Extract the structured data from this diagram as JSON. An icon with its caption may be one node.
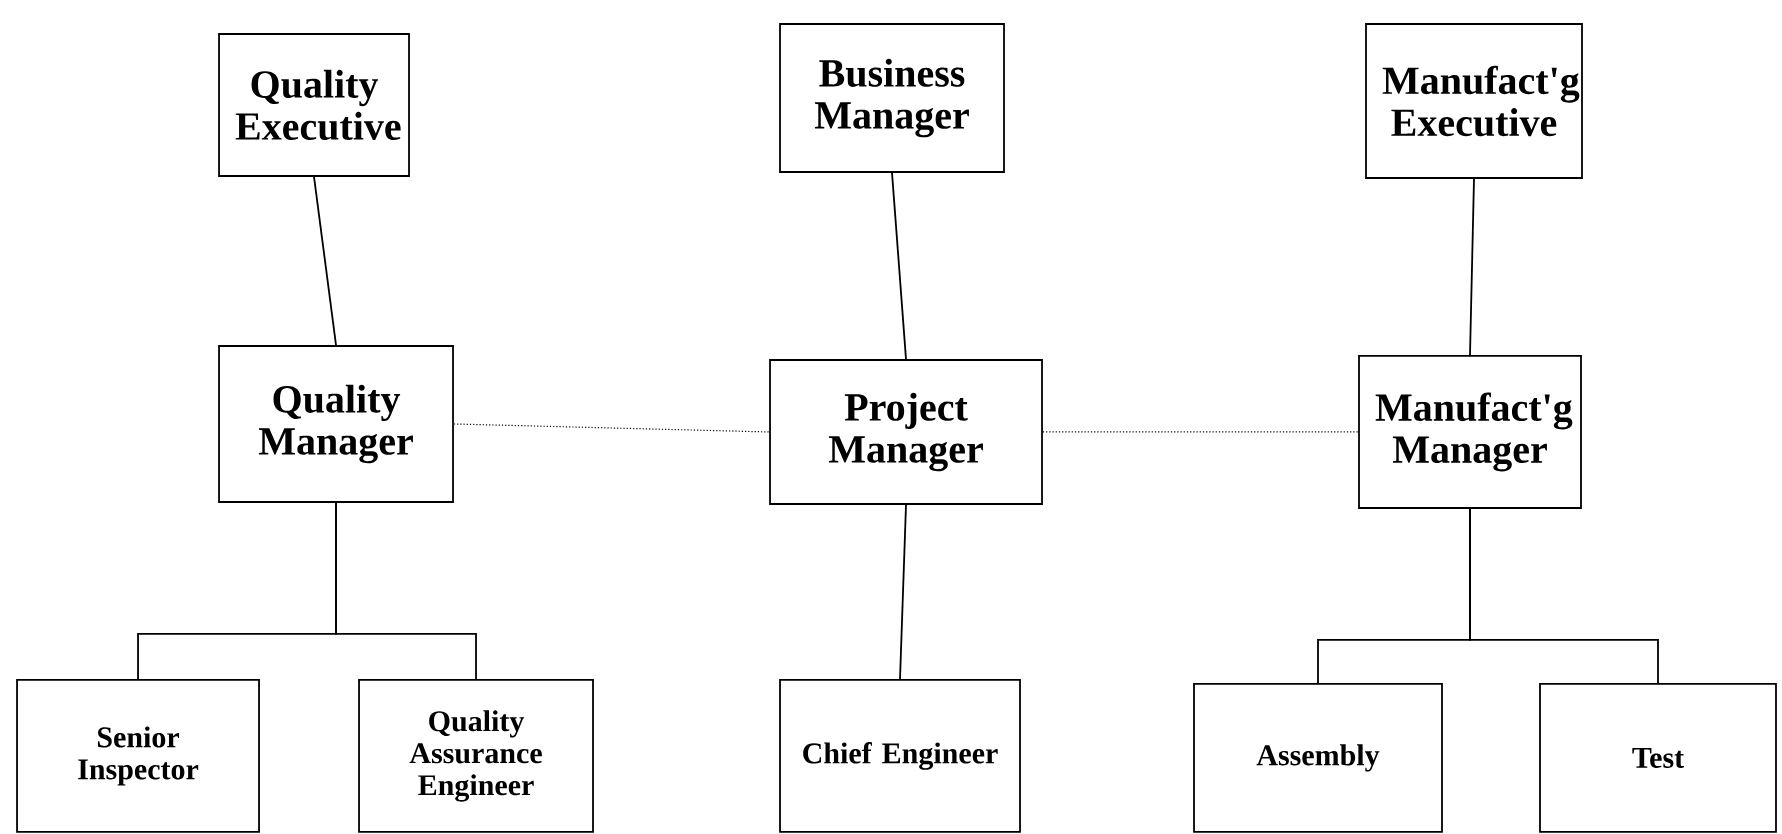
{
  "diagram": {
    "nodes": [
      {
        "text": [
          "Quality Executive"
        ]
      },
      {
        "text": [
          "Business Manager"
        ]
      },
      {
        "text": [
          "Manufact'g Executive"
        ]
      },
      {
        "text": [
          "Quality Manager"
        ]
      },
      {
        "text": [
          "Project Manager"
        ]
      },
      {
        "text": [
          "Manufact'g Manager"
        ]
      },
      {
        "text": [
          "Senior Inspector"
        ]
      },
      {
        "text": [
          "Quality Assurance Engineer"
        ]
      },
      {
        "text": [
          "Chief Engineer"
        ]
      },
      {
        "text": [
          "Assembly"
        ]
      },
      {
        "text": [
          "Test"
        ]
      }
    ],
    "edges": [
      {
        "from": 0,
        "to": 3,
        "arrow": "none"
      },
      {
        "from": 1,
        "to": 4,
        "arrow": "none"
      },
      {
        "from": 2,
        "to": 5,
        "arrow": "none"
      },
      {
        "from": 3,
        "to": 4,
        "arrow": "none",
        "style": "dashed"
      },
      {
        "from": 4,
        "to": 5,
        "arrow": "none",
        "style": "dashed"
      },
      {
        "from": 3,
        "to": 6,
        "arrow": "none"
      },
      {
        "from": 3,
        "to": 7,
        "arrow": "none"
      },
      {
        "from": 4,
        "to": 8,
        "arrow": "none"
      },
      {
        "from": 5,
        "to": 9,
        "arrow": "none"
      },
      {
        "from": 5,
        "to": 10,
        "arrow": "none"
      }
    ]
  }
}
